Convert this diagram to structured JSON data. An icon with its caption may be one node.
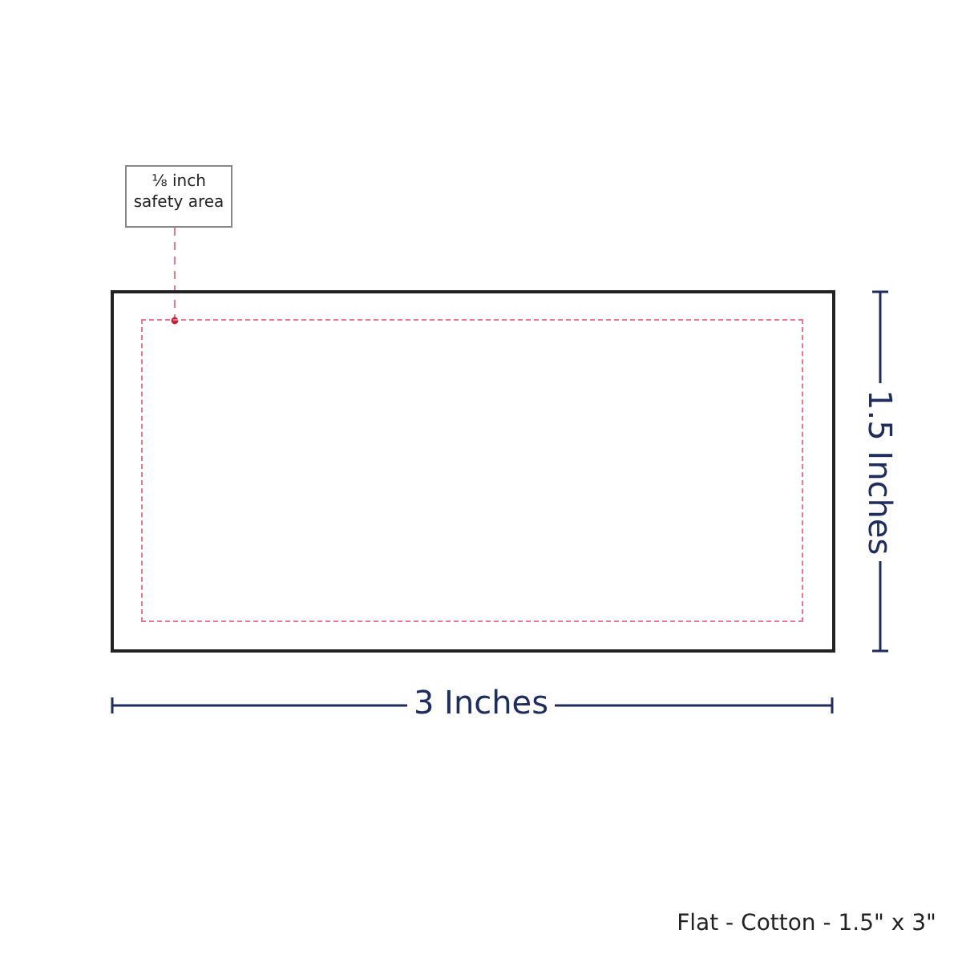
{
  "diagram": {
    "caption": "Flat - Cotton - 1.5\" x 3\"",
    "nodes": [
      {
        "text": [],
        "shape": "box"
      },
      {
        "text": [],
        "shape": "box",
        "in": 0
      },
      {
        "text": [
          "⅛ inch safety area"
        ]
      }
    ],
    "edges": [
      {
        "from": 2,
        "to": 1,
        "arrow": "none",
        "style": "dashed"
      }
    ],
    "labels": [
      "3 Inches",
      "1.5 Inches"
    ]
  }
}
